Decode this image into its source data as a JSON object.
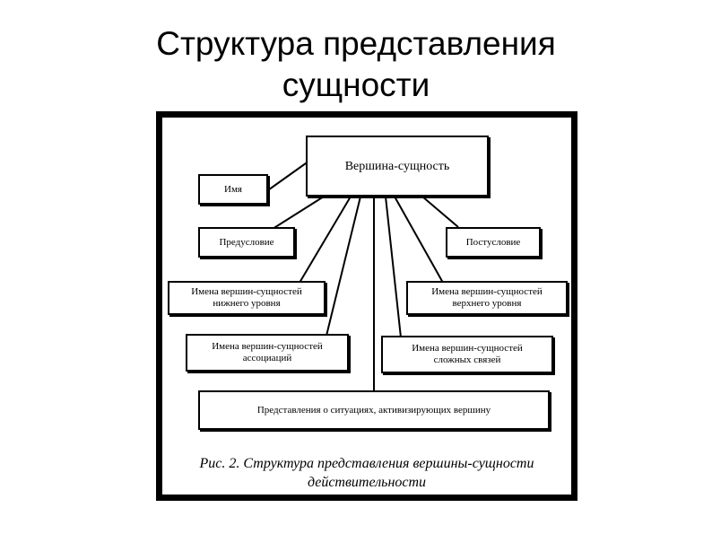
{
  "slide": {
    "title_line1": "Структура представления",
    "title_line2": "сущности"
  },
  "diagram": {
    "root": "Вершина-сущность",
    "nodes": {
      "name": "Имя",
      "precondition": "Предусловие",
      "postcondition": "Постусловие",
      "lower_level": "Имена вершин-сущностей\nнижнего уровня",
      "upper_level": "Имена вершин-сущностей\nверхнего уровня",
      "associations": "Имена вершин-сущностей\nассоциаций",
      "complex_links": "Имена вершин-сущностей\nсложных связей",
      "situations": "Представления о ситуациях, активизирующих вершину"
    },
    "caption_line1": "Рис. 2. Структура представления вершины-сущности",
    "caption_line2": "действительности"
  }
}
